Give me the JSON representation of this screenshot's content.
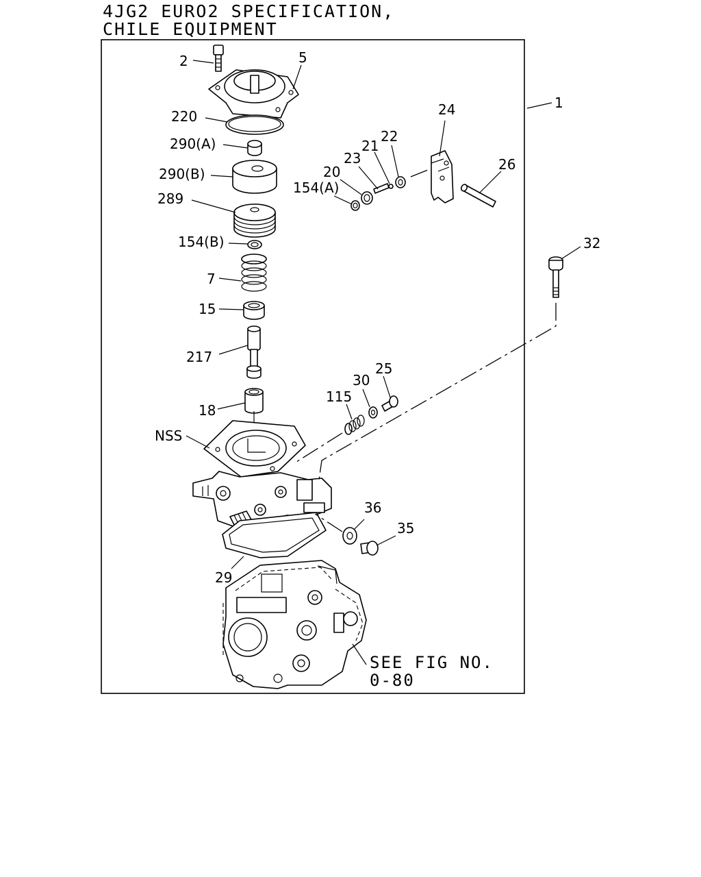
{
  "title": {
    "line1": "4JG2 EURO2 SPECIFICATION,",
    "line2": "CHILE EQUIPMENT"
  },
  "reference_note": {
    "line1": "SEE FIG NO.",
    "line2": "0-80"
  },
  "callouts": {
    "p1": "1",
    "p2": "2",
    "p5": "5",
    "p220": "220",
    "p290a": "290(A)",
    "p290b": "290(B)",
    "p289": "289",
    "p154b": "154(B)",
    "p7": "7",
    "p15": "15",
    "p217": "217",
    "p18": "18",
    "pNSS": "NSS",
    "p29": "29",
    "p24": "24",
    "p22": "22",
    "p21": "21",
    "p23": "23",
    "p20": "20",
    "p154a": "154(A)",
    "p26": "26",
    "p32": "32",
    "p25": "25",
    "p30": "30",
    "p115": "115",
    "p36": "36",
    "p35": "35"
  }
}
